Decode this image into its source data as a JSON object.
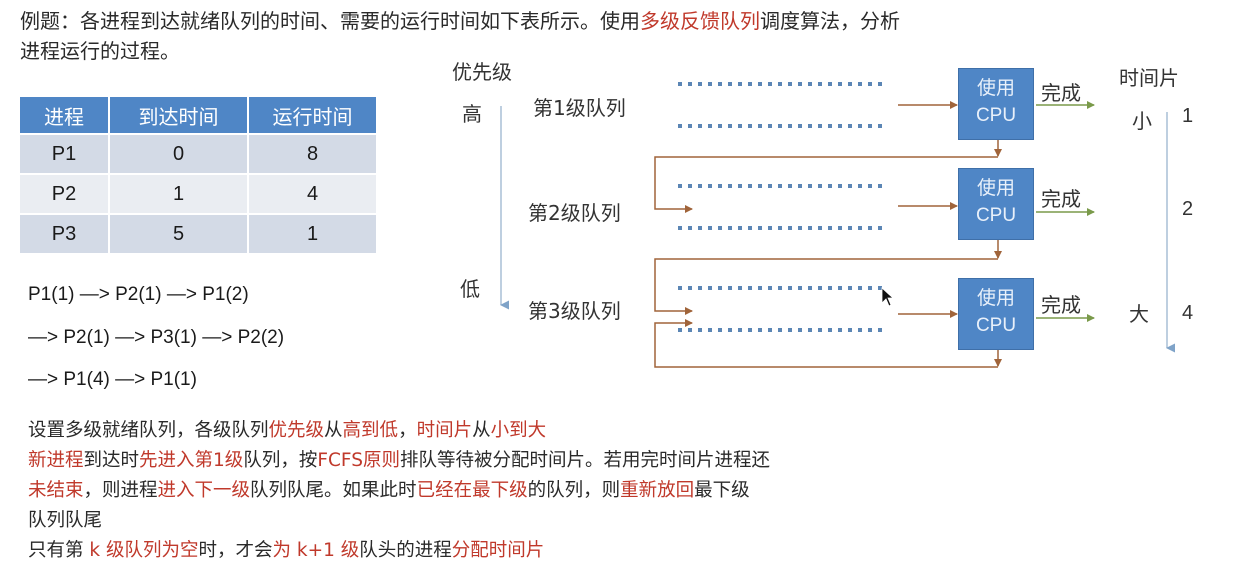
{
  "title": {
    "line1_part1": "例题：各进程到达就绪队列的时间、需要的运行时间如下表所示。使用",
    "line1_highlight": "多级反馈队列",
    "line1_part2": "调度算法，分析",
    "line2": "进程运行的过程。"
  },
  "table": {
    "headers": [
      "进程",
      "到达时间",
      "运行时间"
    ],
    "rows": [
      [
        "P1",
        "0",
        "8"
      ],
      [
        "P2",
        "1",
        "4"
      ],
      [
        "P3",
        "5",
        "1"
      ]
    ]
  },
  "sequence": {
    "line1": "P1(1) —> P2(1) —> P1(2)",
    "line2": "—> P2(1) —> P3(1) —> P2(2)",
    "line3": "—> P1(4) —> P1(1)"
  },
  "diagram": {
    "priority_label": "优先级",
    "priority_high": "高",
    "priority_low": "低",
    "queues": [
      {
        "label": "第1级队列",
        "cpu_line1": "使用",
        "cpu_line2": "CPU",
        "done": "完成",
        "slice": "1"
      },
      {
        "label": "第2级队列",
        "cpu_line1": "使用",
        "cpu_line2": "CPU",
        "done": "完成",
        "slice": "2"
      },
      {
        "label": "第3级队列",
        "cpu_line1": "使用",
        "cpu_line2": "CPU",
        "done": "完成",
        "slice": "4"
      }
    ],
    "timeslice_label": "时间片",
    "timeslice_small": "小",
    "timeslice_large": "大",
    "colors": {
      "cpu_box": "#4f86c6",
      "queue_dots": "#5b86b5",
      "flow_arrow": "#a0643a",
      "done_arrow": "#7a9a4a",
      "axis_arrow": "#7fa3c8"
    }
  },
  "notes": {
    "p1": [
      {
        "t": "设置多级就绪队列，各级队列",
        "r": false
      },
      {
        "t": "优先级",
        "r": true
      },
      {
        "t": "从",
        "r": false
      },
      {
        "t": "高到低",
        "r": true
      },
      {
        "t": "，",
        "r": false
      },
      {
        "t": "时间片",
        "r": true
      },
      {
        "t": "从",
        "r": false
      },
      {
        "t": "小到大",
        "r": true
      }
    ],
    "p2": [
      {
        "t": "新进程",
        "r": true
      },
      {
        "t": "到达时",
        "r": false
      },
      {
        "t": "先进入第1级",
        "r": true
      },
      {
        "t": "队列，按",
        "r": false
      },
      {
        "t": "FCFS原则",
        "r": true
      },
      {
        "t": "排队等待被分配时间片。若用完时间片进程还",
        "r": false
      }
    ],
    "p3": [
      {
        "t": "未结束",
        "r": true
      },
      {
        "t": "，则进程",
        "r": false
      },
      {
        "t": "进入下一级",
        "r": true
      },
      {
        "t": "队列队尾。如果此时",
        "r": false
      },
      {
        "t": "已经在最下级",
        "r": true
      },
      {
        "t": "的队列，则",
        "r": false
      },
      {
        "t": "重新放回",
        "r": true
      },
      {
        "t": "最下级",
        "r": false
      }
    ],
    "p4": [
      {
        "t": "队列队尾",
        "r": false
      }
    ],
    "p5": [
      {
        "t": "只有第 ",
        "r": false
      },
      {
        "t": "k 级队列为空",
        "r": true
      },
      {
        "t": "时，才会",
        "r": false
      },
      {
        "t": "为 k+1 级",
        "r": true
      },
      {
        "t": "队头的进程",
        "r": false
      },
      {
        "t": "分配时间片",
        "r": true
      }
    ]
  }
}
